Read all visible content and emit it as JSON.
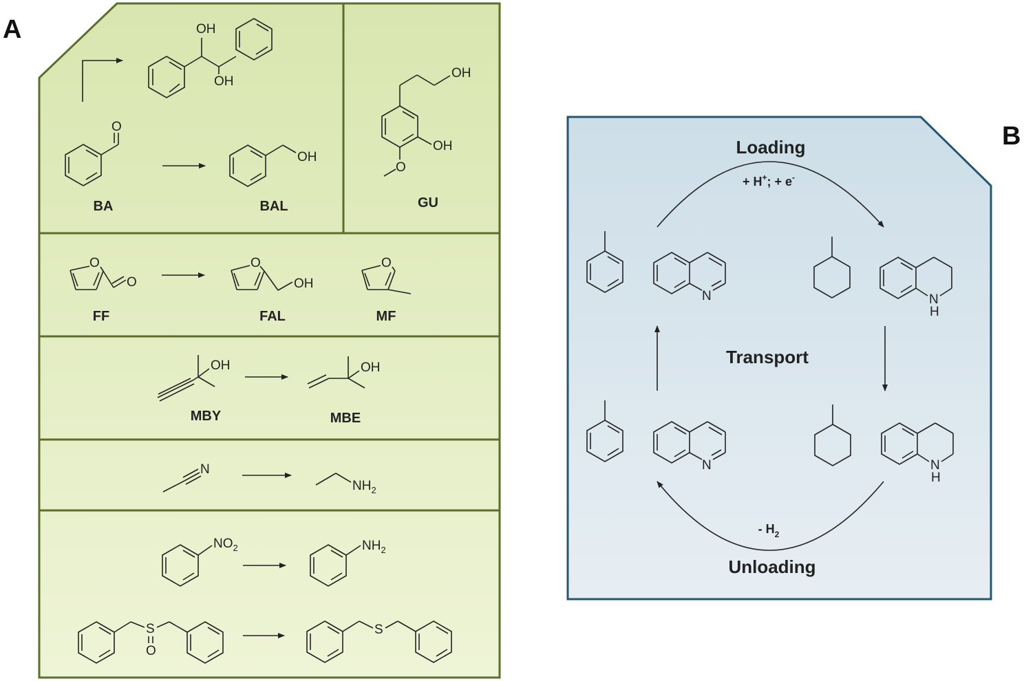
{
  "panel_a": {
    "letter": "A",
    "compounds": {
      "ba": "BA",
      "bal": "BAL",
      "gu": "GU",
      "ff": "FF",
      "fal": "FAL",
      "mf": "MF",
      "mby": "MBY",
      "mbe": "MBE"
    },
    "atoms": {
      "oh": "OH",
      "o": "O",
      "n": "N",
      "s": "S",
      "nh": "NH",
      "no": "NO",
      "sub2": "2"
    }
  },
  "panel_b": {
    "letter": "B",
    "loading": "Loading",
    "loading_cond": "+ H",
    "loading_cond_sup": "+",
    "loading_cond_mid": "; + e",
    "loading_cond_sup2": "-",
    "transport": "Transport",
    "unloading": "Unloading",
    "unloading_cond": "- H",
    "unloading_cond_sub": "2",
    "atoms": {
      "n": "N",
      "h": "H"
    }
  },
  "colors": {
    "panel_a_fill_top": "#d9e6b0",
    "panel_a_fill_bottom": "#eef4d6",
    "panel_a_border": "#5b6e2a",
    "panel_b_fill_top": "#cddee8",
    "panel_b_fill_bottom": "#e7eef3",
    "panel_b_border": "#23566f"
  }
}
